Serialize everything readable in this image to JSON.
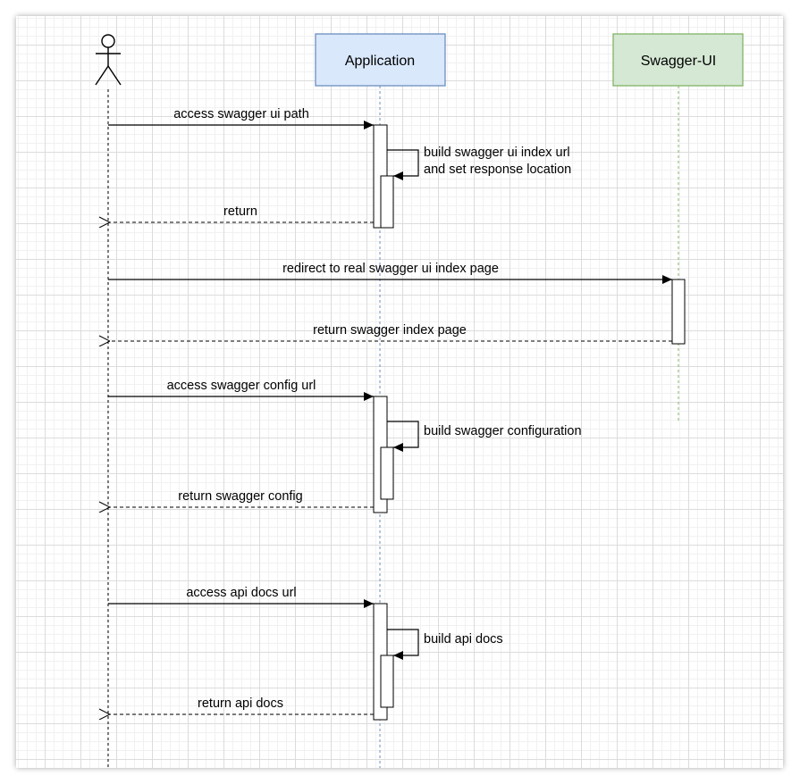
{
  "participants": {
    "application": {
      "label": "Application",
      "fill": "#dae8fc",
      "stroke": "#6c8ebf"
    },
    "swagger_ui": {
      "label": "Swagger-UI",
      "fill": "#d5e8d4",
      "stroke": "#82b366"
    }
  },
  "messages": [
    {
      "id": "m1",
      "label": "access swagger ui path"
    },
    {
      "id": "m2",
      "label": "build swagger ui index url"
    },
    {
      "id": "m2b",
      "label": "and set response location"
    },
    {
      "id": "m3",
      "label": "return"
    },
    {
      "id": "m4",
      "label": "redirect to real swagger ui index page"
    },
    {
      "id": "m5",
      "label": "return swagger index page"
    },
    {
      "id": "m6",
      "label": "access swagger config url"
    },
    {
      "id": "m7",
      "label": "build swagger configuration"
    },
    {
      "id": "m8",
      "label": "return swagger config"
    },
    {
      "id": "m9",
      "label": "access api docs url"
    },
    {
      "id": "m10",
      "label": "build api docs"
    },
    {
      "id": "m11",
      "label": "return api docs"
    }
  ]
}
